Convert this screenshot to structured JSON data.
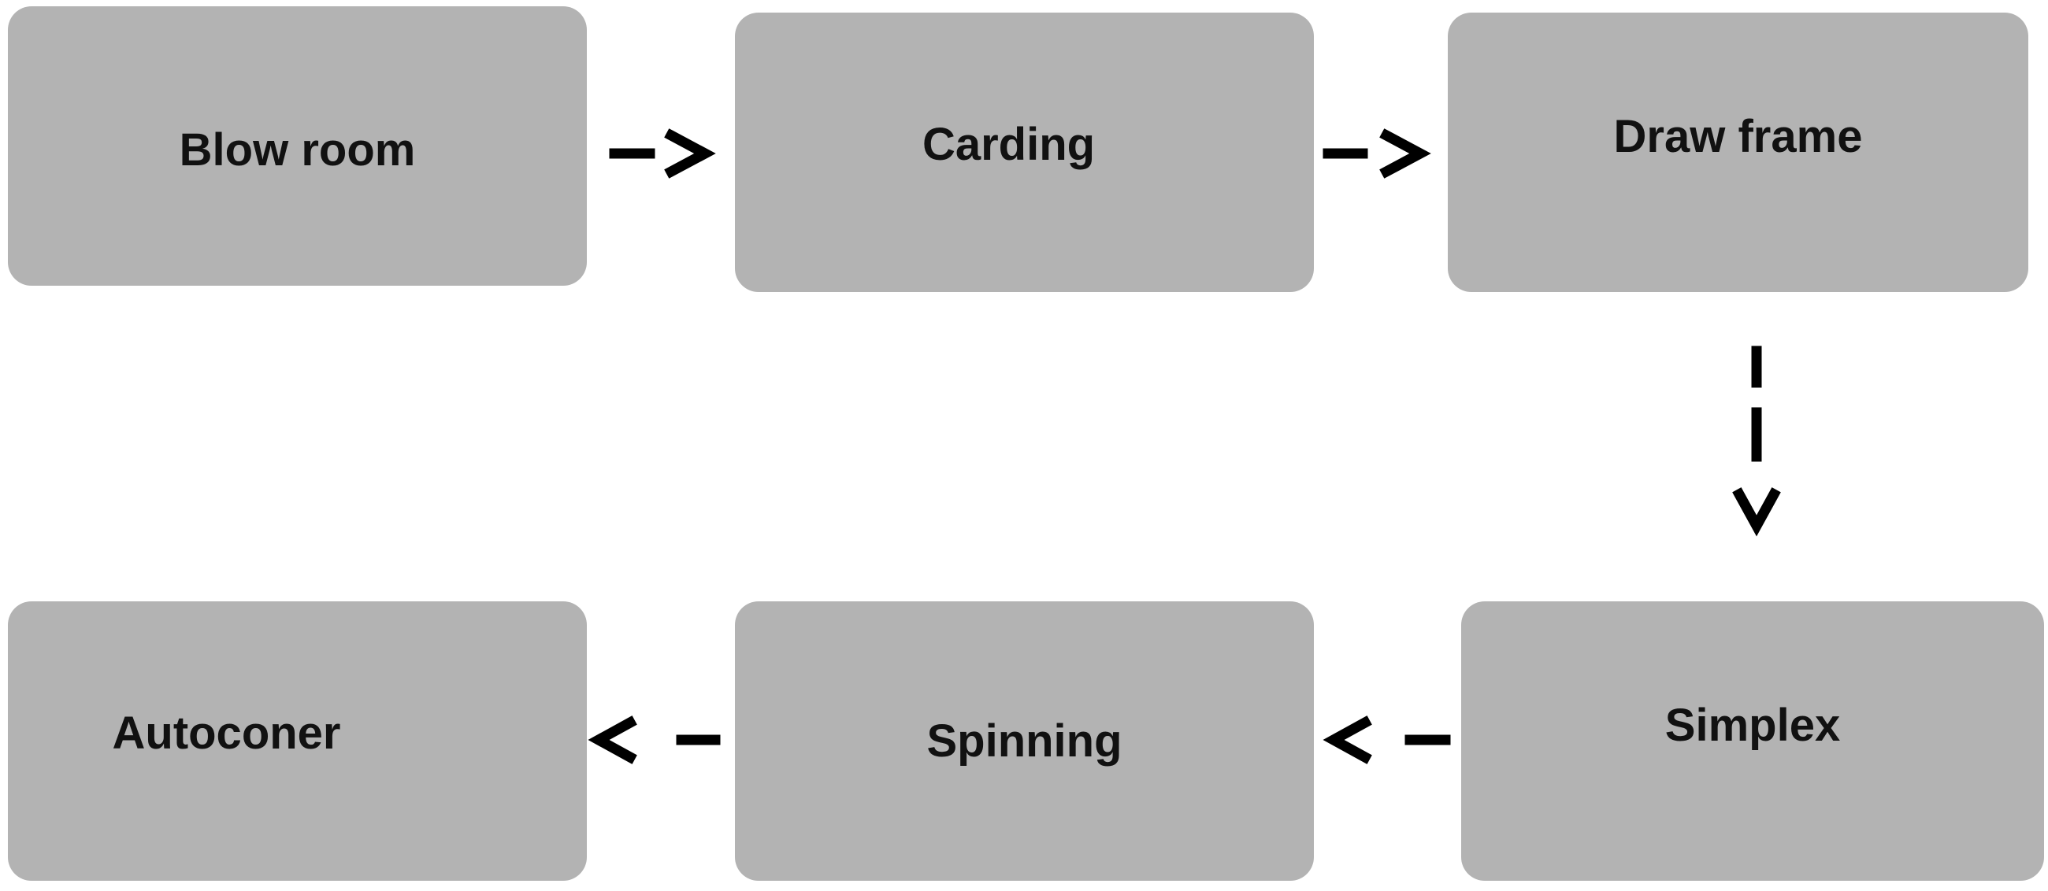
{
  "nodes": {
    "blow_room": "Blow room",
    "carding": "Carding",
    "draw_frame": "Draw frame",
    "simplex": "Simplex",
    "spinning": "Spinning",
    "autoconer": "Autoconer"
  },
  "colors": {
    "box_fill": "#b3b3b3",
    "text": "#111111",
    "arrow": "#000000"
  },
  "flow": [
    "Blow room",
    "Carding",
    "Draw frame",
    "Simplex",
    "Spinning",
    "Autoconer"
  ]
}
